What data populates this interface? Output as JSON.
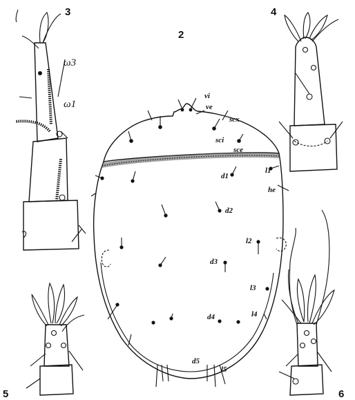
{
  "figure_numbers": {
    "fig2": "2",
    "fig3": "3",
    "fig4": "4",
    "fig5": "5",
    "fig6": "6"
  },
  "setae_labels": {
    "vi": "vi",
    "ve": "ve",
    "scx": "scx",
    "sci": "sci",
    "sce": "sce",
    "d1": "d1",
    "d2": "d2",
    "d3": "d3",
    "d4": "d4",
    "d5": "d5",
    "l1": "l1",
    "l2": "l2",
    "l3": "l3",
    "l4": "l4",
    "l5": "l5",
    "he": "he"
  },
  "solenidia_labels": {
    "omega3": "ω3",
    "omega1": "ω1"
  }
}
